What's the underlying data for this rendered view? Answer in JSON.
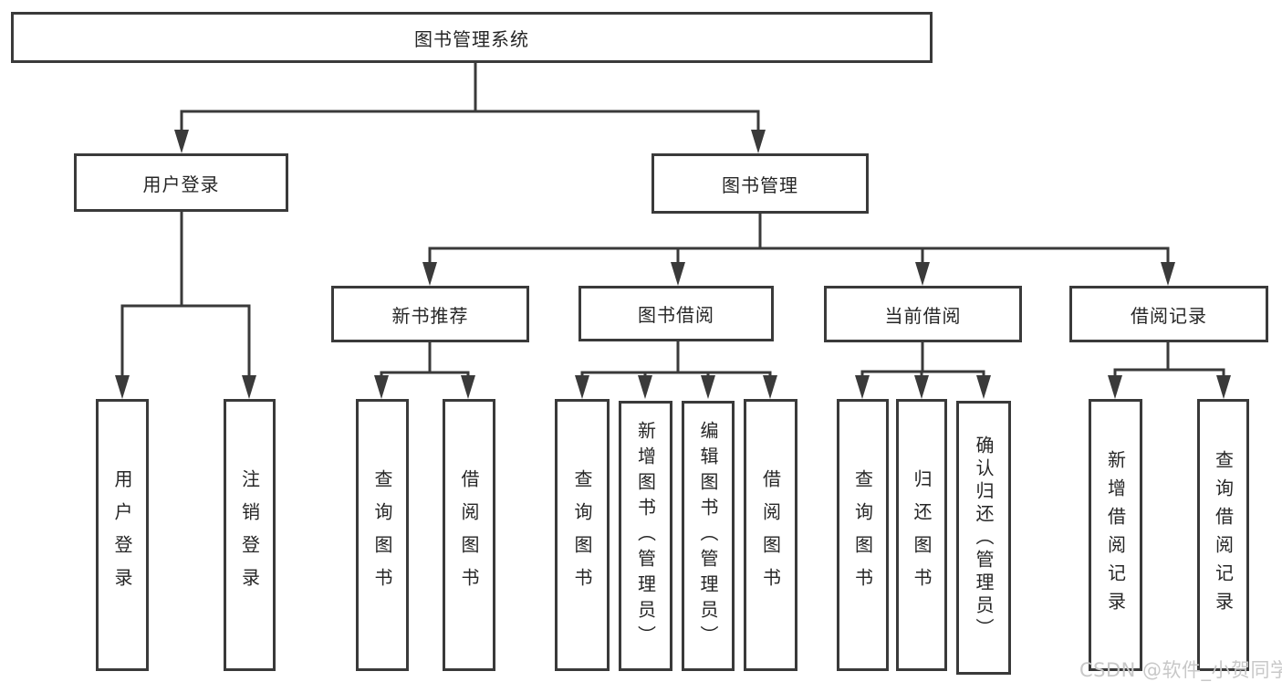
{
  "diagram": {
    "root": "图书管理系统",
    "level2": [
      "用户登录",
      "图书管理"
    ],
    "level3": [
      "新书推荐",
      "图书借阅",
      "当前借阅",
      "借阅记录"
    ],
    "leaves": [
      "用户登录",
      "注销登录",
      "查询图书",
      "借阅图书",
      "查询图书",
      "新增图书（管理员）",
      "编辑图书（管理员）",
      "借阅图书",
      "查询图书",
      "归还图书",
      "确认归还（管理员）",
      "新增借阅记录",
      "查询借阅记录"
    ]
  },
  "watermark": "CSDN @软件_小贺同学",
  "colors": {
    "line": "#3a3a3a",
    "text": "#262626",
    "background": "#ffffff",
    "watermark": "#c8c8c8"
  }
}
